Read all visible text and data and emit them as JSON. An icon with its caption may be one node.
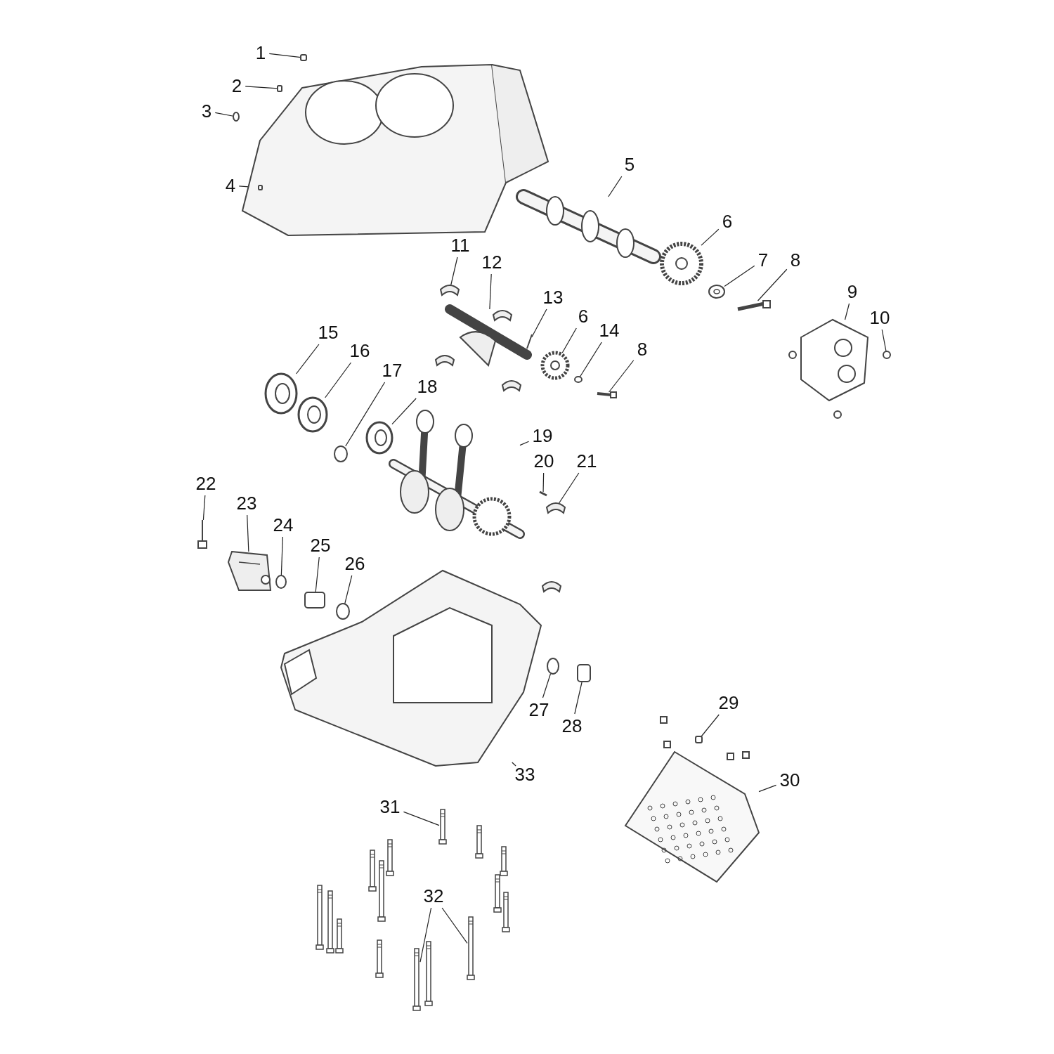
{
  "diagram": {
    "nodes": [
      {
        "text": [
          "1"
        ]
      },
      {
        "text": [
          "2"
        ]
      },
      {
        "text": [
          "3"
        ]
      },
      {
        "text": [
          "4"
        ]
      },
      {
        "text": [
          "5"
        ]
      },
      {
        "text": [
          "6"
        ]
      },
      {
        "text": [
          "7"
        ]
      },
      {
        "text": [
          "8"
        ]
      },
      {
        "text": [
          "9"
        ]
      },
      {
        "text": [
          "10"
        ]
      },
      {
        "text": [
          "11"
        ]
      },
      {
        "text": [
          "12"
        ]
      },
      {
        "text": [
          "13"
        ]
      },
      {
        "text": [
          "6"
        ]
      },
      {
        "text": [
          "14"
        ]
      },
      {
        "text": [
          "8"
        ]
      },
      {
        "text": [
          "15"
        ]
      },
      {
        "text": [
          "16"
        ]
      },
      {
        "text": [
          "17"
        ]
      },
      {
        "text": [
          "18"
        ]
      },
      {
        "text": [
          "19"
        ]
      },
      {
        "text": [
          "20"
        ]
      },
      {
        "text": [
          "21"
        ]
      },
      {
        "text": [
          "22"
        ]
      },
      {
        "text": [
          "23"
        ]
      },
      {
        "text": [
          "24"
        ]
      },
      {
        "text": [
          "25"
        ]
      },
      {
        "text": [
          "26"
        ]
      },
      {
        "text": [
          "27"
        ]
      },
      {
        "text": [
          "28"
        ]
      },
      {
        "text": [
          "29"
        ]
      },
      {
        "text": [
          "30"
        ]
      },
      {
        "text": [
          "31"
        ]
      },
      {
        "text": [
          "32"
        ]
      },
      {
        "text": [
          "33"
        ]
      },
      {
        "text": [],
        "shape": "box"
      },
      {
        "text": [],
        "shape": "box"
      },
      {
        "text": [],
        "shape": "circle"
      },
      {
        "text": [],
        "shape": "box"
      },
      {
        "text": [],
        "shape": "picture"
      },
      {
        "text": [],
        "shape": "picture"
      },
      {
        "text": [],
        "shape": "picture"
      },
      {
        "text": [],
        "shape": "picture"
      },
      {
        "text": [],
        "shape": "picture"
      },
      {
        "text": [],
        "shape": "circle"
      },
      {
        "text": [],
        "shape": "picture"
      },
      {
        "text": [],
        "shape": "picture"
      },
      {
        "text": [],
        "shape": "picture"
      },
      {
        "text": [],
        "shape": "picture"
      },
      {
        "text": [],
        "shape": "circle"
      },
      {
        "text": [],
        "shape": "picture"
      },
      {
        "text": [],
        "shape": "picture"
      },
      {
        "text": [],
        "shape": "picture"
      },
      {
        "text": [],
        "shape": "circle"
      },
      {
        "text": [],
        "shape": "picture"
      },
      {
        "text": [],
        "shape": "picture"
      },
      {
        "text": [],
        "shape": "picture"
      },
      {
        "text": [],
        "shape": "picture"
      },
      {
        "text": [],
        "shape": "picture"
      },
      {
        "text": [],
        "shape": "picture"
      },
      {
        "text": [],
        "shape": "circle"
      },
      {
        "text": [],
        "shape": "box"
      },
      {
        "text": [],
        "shape": "circle"
      },
      {
        "text": [],
        "shape": "circle"
      },
      {
        "text": [],
        "shape": "box"
      },
      {
        "text": [],
        "shape": "box"
      },
      {
        "text": [],
        "shape": "picture"
      },
      {
        "text": [],
        "shape": "picture"
      },
      {
        "text": [],
        "shape": "picture"
      },
      {
        "text": [],
        "shape": "picture"
      },
      {
        "text": [],
        "shape": "picture"
      }
    ],
    "edges": [
      {
        "from": 0,
        "to": 35,
        "arrow": "none"
      },
      {
        "from": 1,
        "to": 36,
        "arrow": "none"
      },
      {
        "from": 2,
        "to": 37,
        "arrow": "none"
      },
      {
        "from": 3,
        "to": 38,
        "arrow": "none"
      },
      {
        "from": 4,
        "to": 39,
        "arrow": "none"
      },
      {
        "from": 5,
        "to": 40,
        "arrow": "none"
      },
      {
        "from": 6,
        "to": 41,
        "arrow": "none"
      },
      {
        "from": 7,
        "to": 42,
        "arrow": "none"
      },
      {
        "from": 8,
        "to": 43,
        "arrow": "none"
      },
      {
        "from": 9,
        "to": 44,
        "arrow": "none"
      },
      {
        "from": 10,
        "to": 45,
        "arrow": "none"
      },
      {
        "from": 11,
        "to": 46,
        "arrow": "none"
      },
      {
        "from": 12,
        "to": 47,
        "arrow": "none"
      },
      {
        "from": 13,
        "to": 48,
        "arrow": "none"
      },
      {
        "from": 14,
        "to": 49,
        "arrow": "none"
      },
      {
        "from": 15,
        "to": 50,
        "arrow": "none"
      },
      {
        "from": 16,
        "to": 51,
        "arrow": "none"
      },
      {
        "from": 17,
        "to": 52,
        "arrow": "none"
      },
      {
        "from": 18,
        "to": 53,
        "arrow": "none"
      },
      {
        "from": 19,
        "to": 54,
        "arrow": "none"
      },
      {
        "from": 20,
        "to": 55,
        "arrow": "none"
      },
      {
        "from": 21,
        "to": 56,
        "arrow": "none"
      },
      {
        "from": 22,
        "to": 57,
        "arrow": "none"
      },
      {
        "from": 23,
        "to": 58,
        "arrow": "none"
      },
      {
        "from": 24,
        "to": 59,
        "arrow": "none"
      },
      {
        "from": 25,
        "to": 60,
        "arrow": "none"
      },
      {
        "from": 26,
        "to": 61,
        "arrow": "none"
      },
      {
        "from": 27,
        "to": 62,
        "arrow": "none"
      },
      {
        "from": 28,
        "to": 63,
        "arrow": "none"
      },
      {
        "from": 29,
        "to": 64,
        "arrow": "none"
      },
      {
        "from": 30,
        "to": 65,
        "arrow": "none"
      },
      {
        "from": 31,
        "to": 66,
        "arrow": "none"
      },
      {
        "from": 32,
        "to": 67,
        "arrow": "none"
      },
      {
        "from": 33,
        "to": 68,
        "arrow": "none"
      },
      {
        "from": 33,
        "to": 69,
        "arrow": "none"
      },
      {
        "from": 34,
        "to": 70,
        "arrow": "none"
      }
    ]
  }
}
